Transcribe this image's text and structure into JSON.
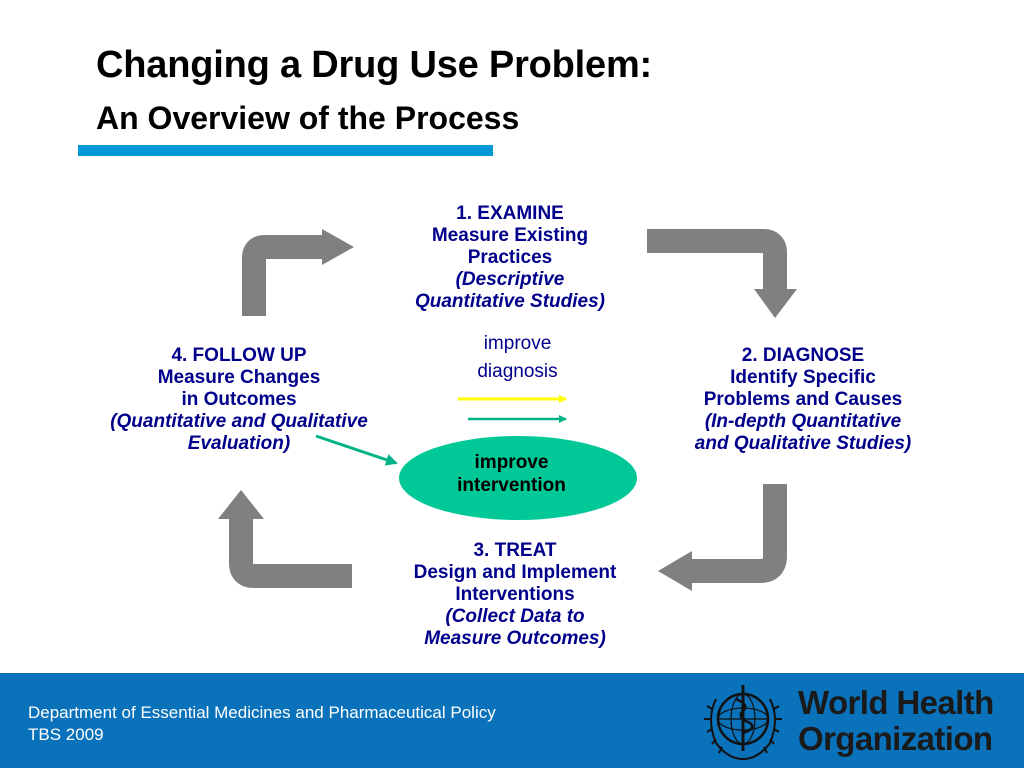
{
  "title": {
    "line1": "Changing a Drug Use Problem:",
    "line2": "An Overview of the Process"
  },
  "steps": {
    "examine": [
      "1. EXAMINE",
      "Measure Existing",
      "Practices",
      "(Descriptive",
      "Quantitative Studies)"
    ],
    "diagnose": [
      "2. DIAGNOSE",
      "Identify Specific",
      "Problems and Causes",
      "(In-depth Quantitative",
      "and Qualitative Studies)"
    ],
    "treat": [
      "3. TREAT",
      "Design and Implement",
      "Interventions",
      "(Collect Data to",
      "Measure Outcomes)"
    ],
    "follow_up": [
      "4. FOLLOW UP",
      "Measure Changes",
      "in Outcomes",
      "(Quantitative and Qualitative",
      "Evaluation)"
    ]
  },
  "improve_diagnosis": [
    "improve",
    "diagnosis"
  ],
  "improve_intervention": [
    "improve",
    "intervention"
  ],
  "footer": {
    "department": "Department of Essential Medicines and Pharmaceutical Policy",
    "code": "TBS 2009"
  },
  "logo": {
    "name_line1": "World Health",
    "name_line2": "Organization",
    "icon": "who-emblem-icon"
  },
  "colors": {
    "title_rule": "#0099d6",
    "step_text": "#00008b",
    "cycle_arrow": "#808080",
    "ellipse": "#00c896",
    "yellow_arrow": "#ffff00",
    "teal_arrow": "#00b386",
    "footer_bg": "#0a72ba"
  }
}
